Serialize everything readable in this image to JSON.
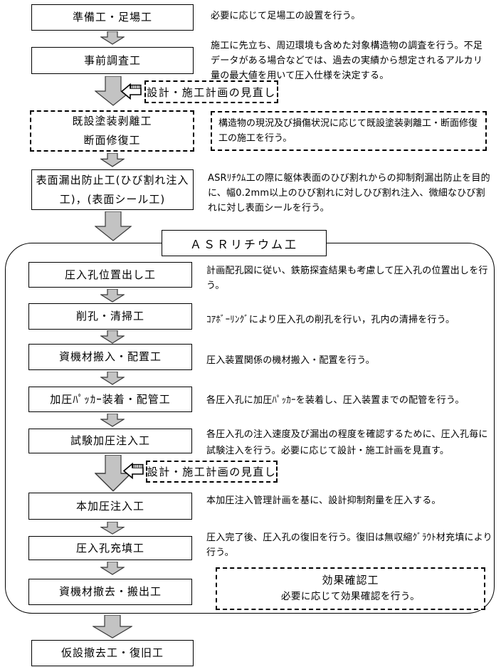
{
  "top_flow": {
    "steps": [
      {
        "label": "準備工・足場工",
        "desc": "必要に応じて足場工の設置を行う。"
      },
      {
        "label": "事前調査工",
        "desc": "施工に先立ち、周辺環境も含めた対象構造物の調査を行う。不足データがある場合などでは、過去の実績から想定されるアルカリ量の最大値を用いて圧入仕様を決定する。"
      },
      {
        "lines": [
          "既設塗装剥離工",
          "断面修復工"
        ],
        "desc": "構造物の現況及び損傷状況に応じて既設塗装剥離工・断面修復工の施工を行う。"
      },
      {
        "lines": [
          "表面漏出防止工(ひび割れ注入",
          "工)，(表面シール工)"
        ],
        "desc": "ASRﾘﾁｳﾑ工の際に躯体表面のひび割れからの抑制剤漏出防止を目的に、幅0.2mm以上のひび割れに対しひび割れ注入、微細なひび割れに対し表面シールを行う。"
      }
    ],
    "revisit_label": "設計・施工計画の見直し"
  },
  "asr_section": {
    "title": "ＡＳＲリチウム工",
    "steps": [
      {
        "label": "圧入孔位置出し工",
        "desc": "計画配孔図に従い、鉄筋探査結果も考慮して圧入孔の位置出しを行う。"
      },
      {
        "label": "削孔・清掃工",
        "desc": "ｺｱﾎﾞｰﾘﾝｸﾞにより圧入孔の削孔を行い，孔内の清掃を行う。"
      },
      {
        "label": "資機材搬入・配置工",
        "desc": "圧入装置関係の機材搬入・配置を行う。"
      },
      {
        "label": "加圧ﾊﾟｯｶｰ装着・配管工",
        "desc": "各圧入孔に加圧ﾊﾟｯｶｰを装着し、圧入装置までの配管を行う。"
      },
      {
        "label": "試験加圧注入工",
        "desc": "各圧入孔の注入速度及び漏出の程度を確認するために、圧入孔毎に試験注入を行う。必要に応じて設計・施工計画を見直す。"
      },
      {
        "label": "本加圧注入工",
        "desc": "本加圧注入管理計画を基に、設計抑制剤量を圧入する。"
      },
      {
        "label": "圧入孔充填工",
        "desc": "圧入完了後、圧入孔の復旧を行う。復旧は無収縮ｸﾞﾗｳﾄ材充填により行う。"
      },
      {
        "label": "資機材撤去・搬出工"
      }
    ],
    "revisit_label": "設計・施工計画の見直し",
    "effect_check": {
      "title": "効果確認工",
      "desc": "必要に応じて効果確認を行う。"
    }
  },
  "final_step": {
    "label": "仮設撤去工・復旧工"
  },
  "colors": {
    "arrow_fill": "#c3c3c3",
    "line": "#000000",
    "background": "#ffffff"
  }
}
